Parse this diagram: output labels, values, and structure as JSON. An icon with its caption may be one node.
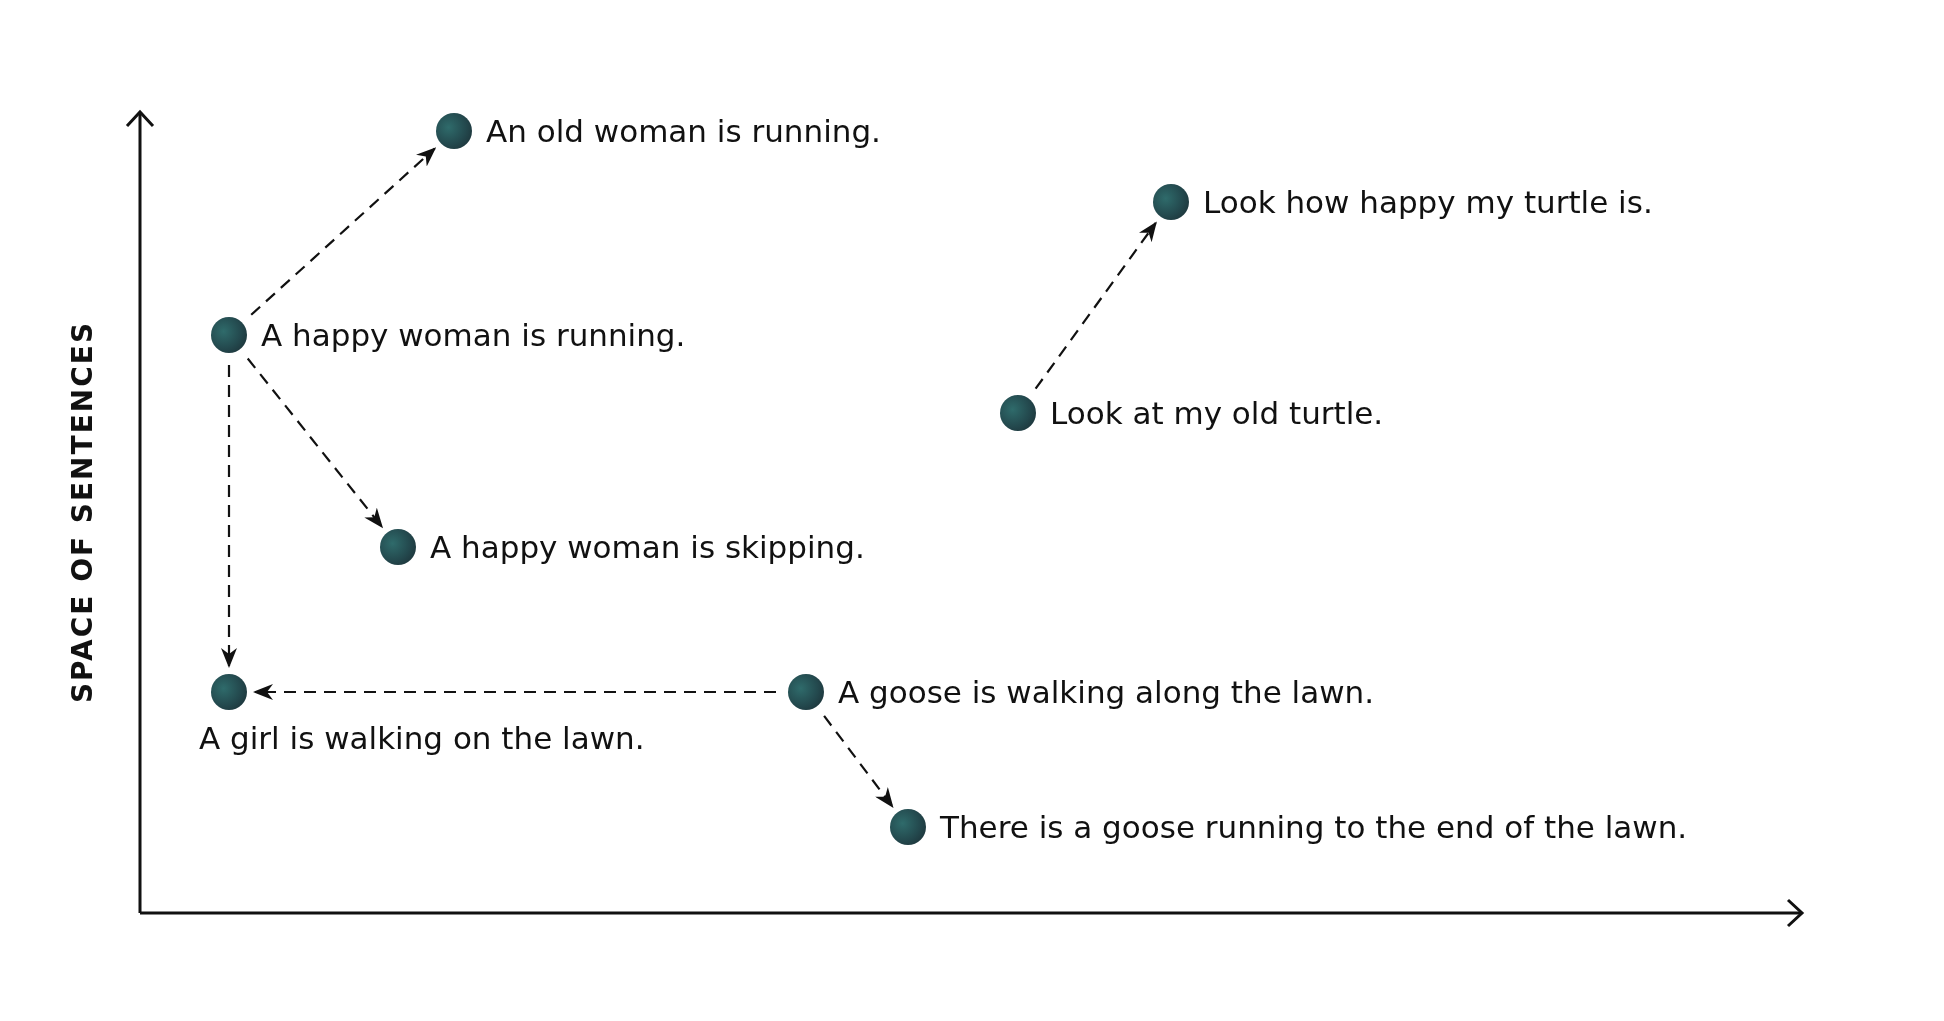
{
  "diagram": {
    "nodes": [
      {
        "text": [
          "An old woman is running."
        ]
      },
      {
        "text": [
          "Look how happy my turtle is."
        ]
      },
      {
        "text": [
          "A happy woman is running."
        ]
      },
      {
        "text": [
          "Look at my old turtle."
        ]
      },
      {
        "text": [
          "A happy woman is skipping."
        ]
      },
      {
        "text": [
          "A girl is walking on the lawn."
        ]
      },
      {
        "text": [
          "A goose is walking along the lawn."
        ]
      },
      {
        "text": [
          "There is a goose running to the end of the lawn."
        ]
      }
    ],
    "edges": [
      {
        "from": 2,
        "to": 0,
        "arrow": "to",
        "style": "dashed"
      },
      {
        "from": 3,
        "to": 1,
        "arrow": "to",
        "style": "dashed"
      },
      {
        "from": 2,
        "to": 4,
        "arrow": "to",
        "style": "dashed"
      },
      {
        "from": 2,
        "to": 5,
        "arrow": "to",
        "style": "dashed"
      },
      {
        "from": 6,
        "to": 5,
        "arrow": "to",
        "style": "dashed"
      },
      {
        "from": 6,
        "to": 7,
        "arrow": "to",
        "style": "dashed"
      }
    ],
    "labels": [
      "SPACE OF SENTENCES"
    ]
  }
}
